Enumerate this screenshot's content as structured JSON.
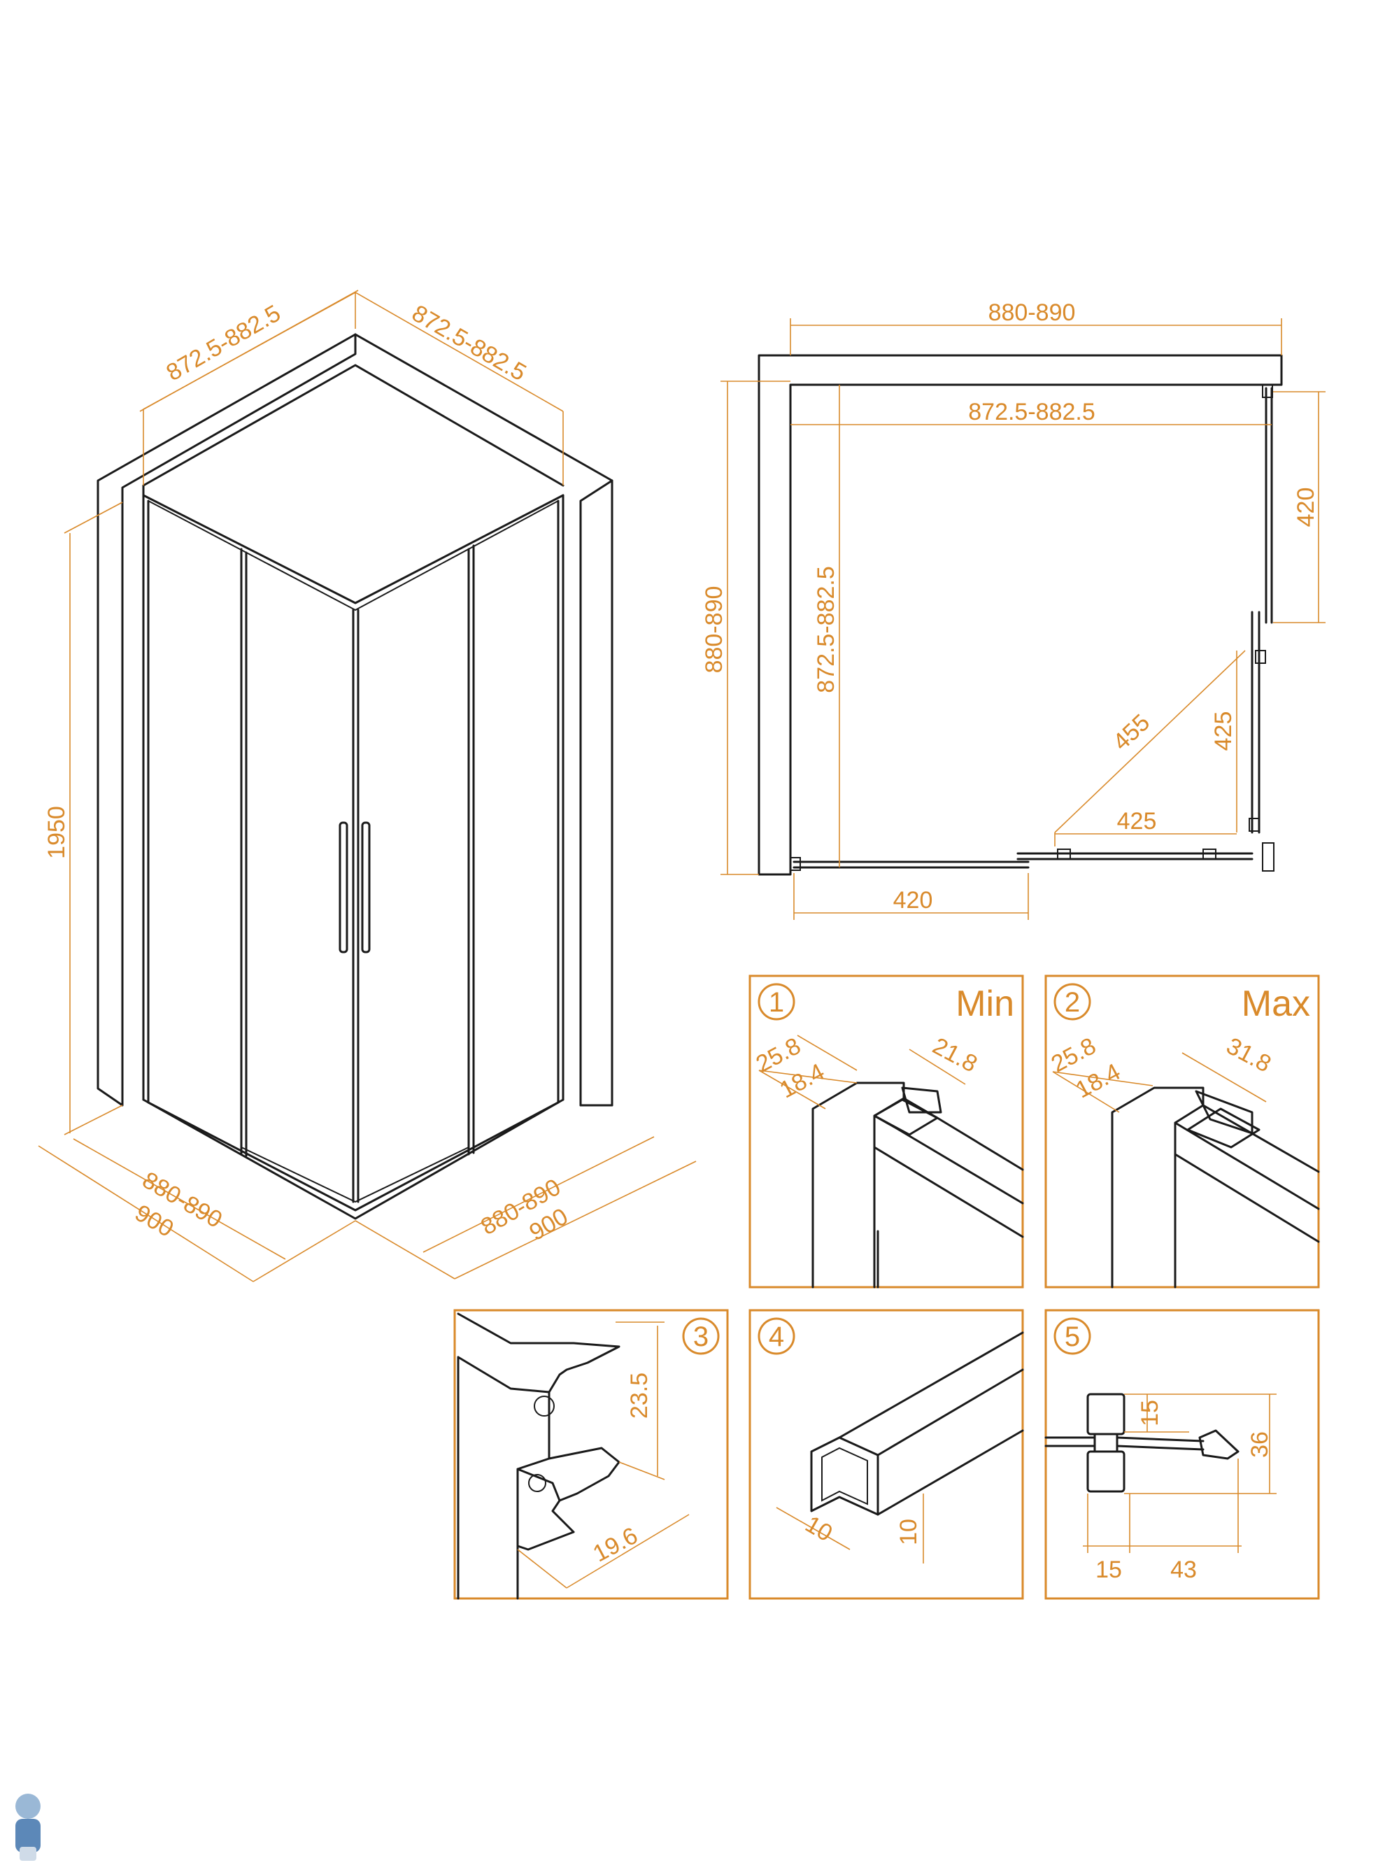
{
  "colors": {
    "dimension": "#d98a2b",
    "line": "#1a1a1a",
    "background": "#ffffff"
  },
  "iso": {
    "top_left": "872.5-882.5",
    "top_right": "872.5-882.5",
    "height": "1950",
    "bottom_left_inner": "880-890",
    "bottom_left_outer": "900",
    "bottom_right_inner": "880-890",
    "bottom_right_outer": "900"
  },
  "plan": {
    "top_outer": "880-890",
    "top_inner": "872.5-882.5",
    "left_outer": "880-890",
    "left_inner": "872.5-882.5",
    "right_panel": "420",
    "bottom_panel": "420",
    "diagonal": "455",
    "door_vertical": "425",
    "door_horizontal": "425"
  },
  "details": [
    {
      "number": "1",
      "tag": "Min",
      "dims": [
        "25.8",
        "18.4",
        "21.8"
      ]
    },
    {
      "number": "2",
      "tag": "Max",
      "dims": [
        "25.8",
        "18.4",
        "31.8"
      ]
    },
    {
      "number": "3",
      "dims": [
        "23.5",
        "19.6"
      ]
    },
    {
      "number": "4",
      "dims": [
        "10",
        "10"
      ]
    },
    {
      "number": "5",
      "dims": [
        "15",
        "36",
        "15",
        "43"
      ]
    }
  ],
  "logo": {
    "name": "mascot-logo-icon"
  }
}
